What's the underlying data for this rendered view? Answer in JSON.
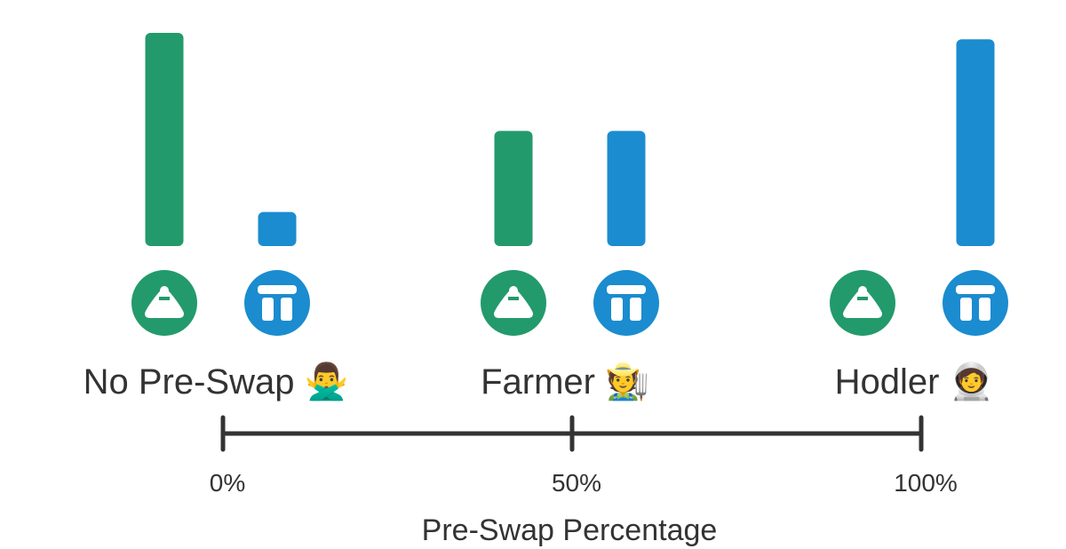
{
  "chart_data": {
    "type": "bar",
    "title": "",
    "xlabel": "Pre-Swap Percentage",
    "ylabel": "",
    "groups": [
      {
        "name": "No Pre-Swap",
        "emoji": "🙅‍♂️",
        "percent": 0
      },
      {
        "name": "Farmer",
        "emoji": "🧑‍🌾",
        "percent": 50
      },
      {
        "name": "Hodler",
        "emoji": "🧑‍🚀",
        "percent": 100
      }
    ],
    "series": [
      {
        "icon": "green-triangle-token-icon",
        "color": "#239a6c",
        "values": [
          1.0,
          0.54,
          0
        ]
      },
      {
        "icon": "blue-pillar-token-icon",
        "color": "#1b8ccf",
        "values": [
          0.16,
          0.54,
          0.97
        ]
      }
    ],
    "ylim": [
      0,
      1
    ],
    "axis_ticks": [
      {
        "value": 0,
        "label": "0%"
      },
      {
        "value": 50,
        "label": "50%"
      },
      {
        "value": 100,
        "label": "100%"
      }
    ],
    "axis_color": "#333333",
    "grid": false,
    "legend": "none"
  }
}
